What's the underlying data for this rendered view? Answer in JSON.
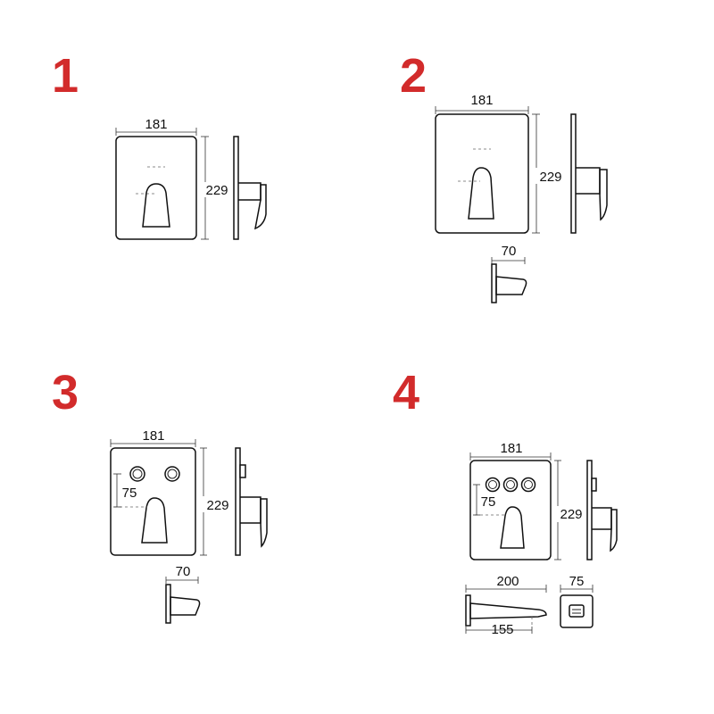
{
  "colors": {
    "number": "#d22b2b",
    "line": "#222222"
  },
  "panels": [
    {
      "number": "1",
      "width": "181",
      "height": "229"
    },
    {
      "number": "2",
      "width": "181",
      "height": "229",
      "spout_depth": "70"
    },
    {
      "number": "3",
      "width": "181",
      "height": "229",
      "spacing": "75",
      "spout_depth": "70"
    },
    {
      "number": "4",
      "width": "181",
      "height": "229",
      "spacing": "75",
      "spout_length": "200",
      "spout_offset": "155",
      "button_size": "75"
    }
  ]
}
